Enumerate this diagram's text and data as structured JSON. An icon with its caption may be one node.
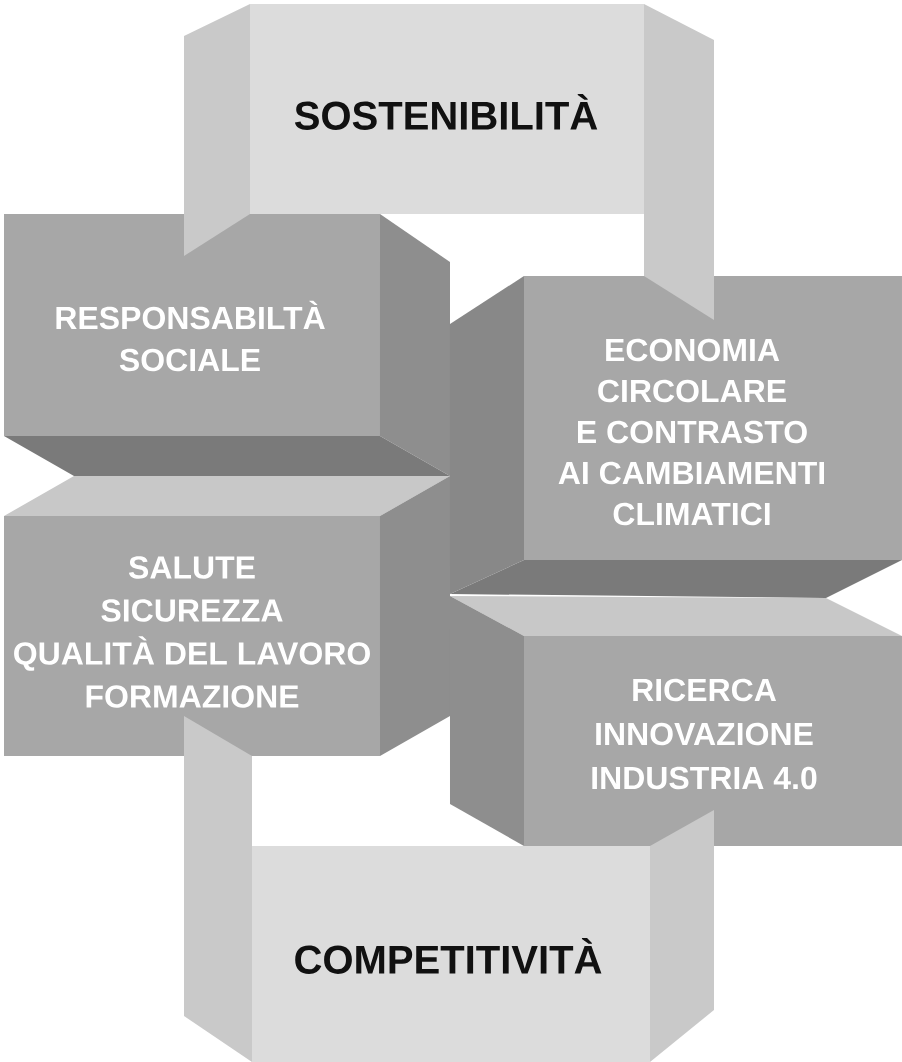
{
  "diagram": {
    "nodes": [
      {
        "text": [
          "SOSTENIBILITÀ"
        ]
      },
      {
        "text": [
          "RESPONSABILTÀ SOCIALE"
        ]
      },
      {
        "text": [
          "ECONOMIA CIRCOLARE E CONTRASTO AI CAMBIAMENTI CLIMATICI"
        ]
      },
      {
        "text": [
          "SALUTE SICUREZZA QUALITÀ DEL LAVORO FORMAZIONE"
        ]
      },
      {
        "text": [
          "RICERCA INNOVAZIONE INDUSTRIA 4.0"
        ]
      },
      {
        "text": [
          "COMPETITIVITÀ"
        ]
      }
    ]
  }
}
